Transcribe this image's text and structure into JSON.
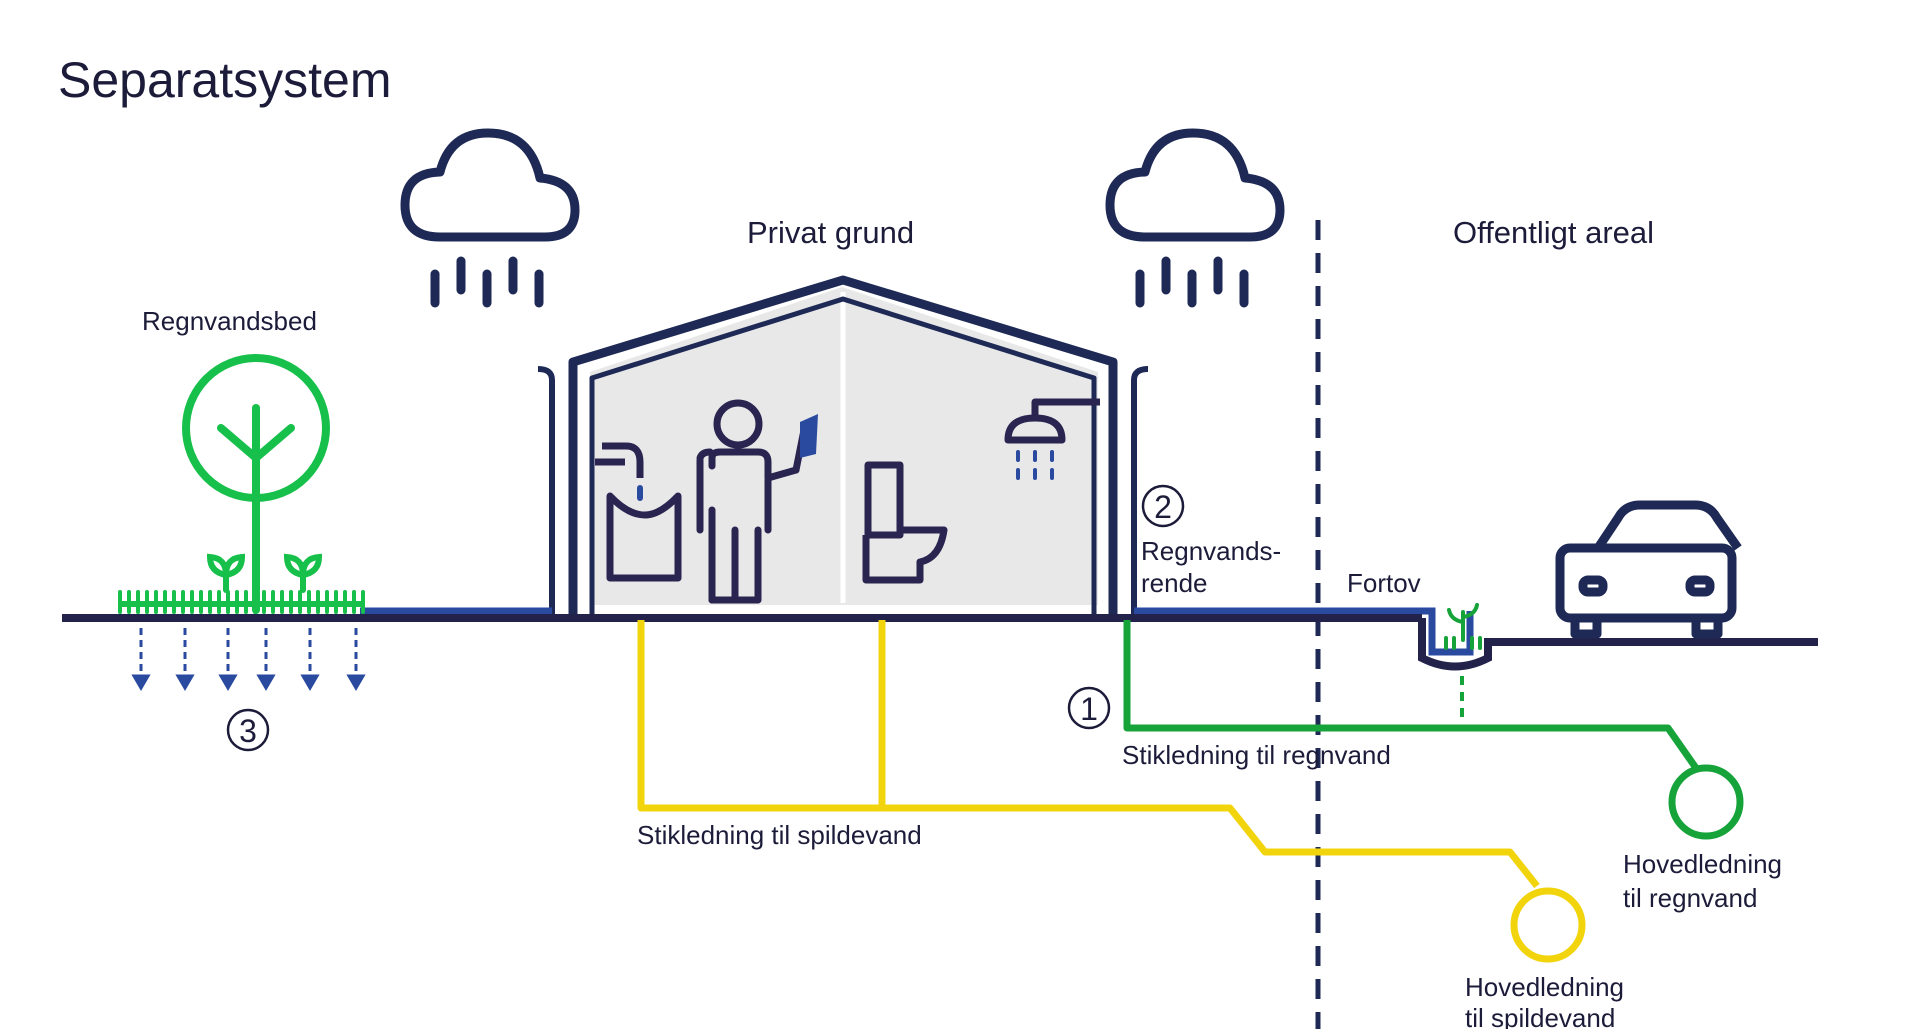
{
  "title": "Separatsystem",
  "areas": {
    "private": "Privat grund",
    "public": "Offentligt areal"
  },
  "labels": {
    "rain_bed": "Regnvandsbed",
    "gutter_line1": "Regnvands-",
    "gutter_line2": "rende",
    "sidewalk": "Fortov",
    "rain_service_pipe": "Stikledning til regnvand",
    "waste_service_pipe": "Stikledning til spildevand",
    "rain_main_line1": "Hovedledning",
    "rain_main_line2": "til regnvand",
    "waste_main_line1": "Hovedledning",
    "waste_main_line2": "til spildevand"
  },
  "markers": {
    "service_pipe": "1",
    "gutter": "2",
    "infiltration": "3"
  },
  "icons": [
    "cloud-rain-icon",
    "tree-icon",
    "house-icon",
    "person-icon",
    "tap-icon",
    "sink-icon",
    "toilet-icon",
    "shower-icon",
    "car-icon",
    "sprout-icon"
  ],
  "colors": {
    "ink": "#1c1c3a",
    "navy": "#1e2a55",
    "rainwater_pipe": "#16a33a",
    "wastewater_pipe": "#f2d40d",
    "surface_water": "#2a4aa0",
    "interior": "#e8e8e8",
    "tree": "#16c04a"
  }
}
